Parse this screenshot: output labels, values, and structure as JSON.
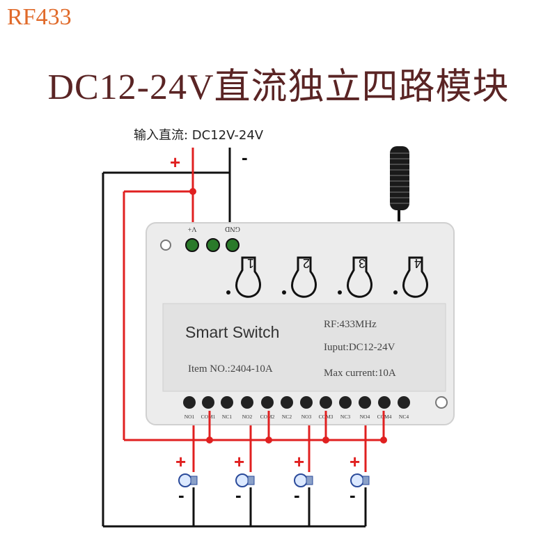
{
  "header": {
    "brand": "RF433",
    "title": "DC12-24V直流独立四路模块"
  },
  "power": {
    "label": "输入直流: DC12V-24V",
    "plus": "+",
    "minus": "-"
  },
  "module": {
    "terminal_vplus": "V+",
    "terminal_gnd": "GND",
    "buttons": [
      "1",
      "2",
      "3",
      "4"
    ],
    "label_name": "Smart Switch",
    "label_item": "Item NO.:2404-10A",
    "label_rf": "RF:433MHz",
    "label_input": "Iuput:DC12-24V",
    "label_current": "Max current:10A",
    "bottom_terminals": [
      "NO1",
      "COM1",
      "NC1",
      "NO2",
      "COM2",
      "NC2",
      "NO3",
      "COM3",
      "NC3",
      "NO4",
      "COM4",
      "NC4"
    ]
  },
  "loads": [
    {
      "plus": "+",
      "minus": "-"
    },
    {
      "plus": "+",
      "minus": "-"
    },
    {
      "plus": "+",
      "minus": "-"
    },
    {
      "plus": "+",
      "minus": "-"
    }
  ],
  "colors": {
    "brand": "#e06a2a",
    "title": "#5a2424",
    "positive_wire": "#e02020",
    "negative_wire": "#111111",
    "module_body": "#ececec",
    "label_panel": "#e2e2e2"
  }
}
